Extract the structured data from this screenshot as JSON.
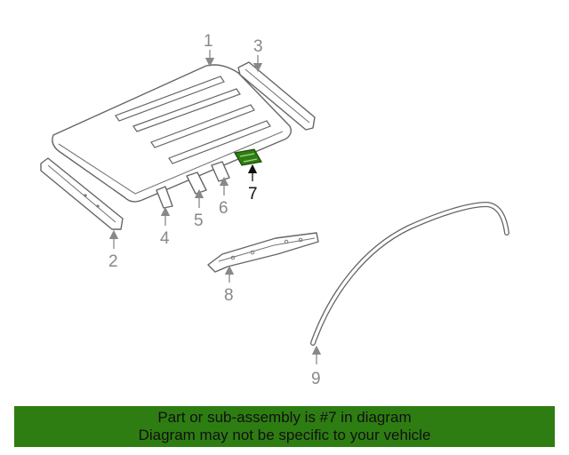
{
  "callouts": {
    "c1": "1",
    "c2": "2",
    "c3": "3",
    "c4": "4",
    "c5": "5",
    "c6": "6",
    "c7": "7",
    "c8": "8",
    "c9": "9"
  },
  "highlight_color": "#2e7d12",
  "footer": {
    "line1": "Part or sub-assembly is #7 in diagram",
    "line2": "Diagram may not be specific to your vehicle"
  }
}
